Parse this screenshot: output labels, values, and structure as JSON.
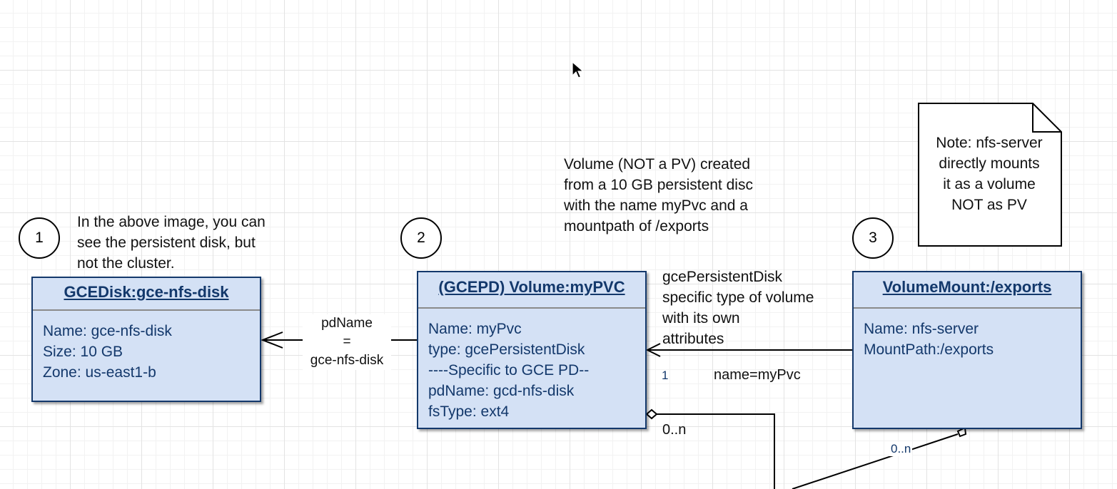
{
  "circles": {
    "c1": "1",
    "c2": "2",
    "c3": "3"
  },
  "annotations": {
    "above_image": [
      "In the above image, you can",
      "see the persistent disk, but",
      "not the cluster."
    ],
    "volume_desc": [
      "Volume (NOT a PV) created",
      "from a 10 GB persistent disc",
      "with the name myPvc and a",
      "mountpath of /exports"
    ],
    "gce_desc": [
      "gcePersistentDisk",
      "specific type of volume",
      "with its own",
      "attributes"
    ]
  },
  "note": {
    "lines": [
      "Note: nfs-server",
      "directly mounts",
      "it as a volume",
      "NOT as PV"
    ]
  },
  "classes": {
    "gcedisk": {
      "title": "GCEDisk:gce-nfs-disk",
      "attributes": [
        "Name: gce-nfs-disk",
        "Size: 10 GB",
        "Zone: us-east1-b"
      ]
    },
    "volume": {
      "title": "(GCEPD) Volume:myPVC",
      "attributes": [
        "Name: myPvc",
        "type: gcePersistentDisk",
        "----Specific to GCE PD--",
        "pdName: gcd-nfs-disk",
        "fsType: ext4"
      ]
    },
    "volumemount": {
      "title": "VolumeMount:/exports",
      "attributes": [
        "Name: nfs-server",
        "MountPath:/exports"
      ]
    }
  },
  "edges": {
    "pdname": {
      "lines": [
        "pdName",
        "=",
        "gce-nfs-disk"
      ]
    },
    "mount_to_volume": {
      "multiplicity": "1",
      "label": "name=myPvc"
    },
    "volume_aggregation": {
      "multiplicity": "0..n"
    },
    "mount_aggregation": {
      "multiplicity": "0..n"
    }
  },
  "colors": {
    "class_fill": "#d4e1f5",
    "class_border": "#13386b",
    "grid": "#e3e3e3"
  },
  "icons": {
    "cursor": "mouse-pointer-icon"
  }
}
